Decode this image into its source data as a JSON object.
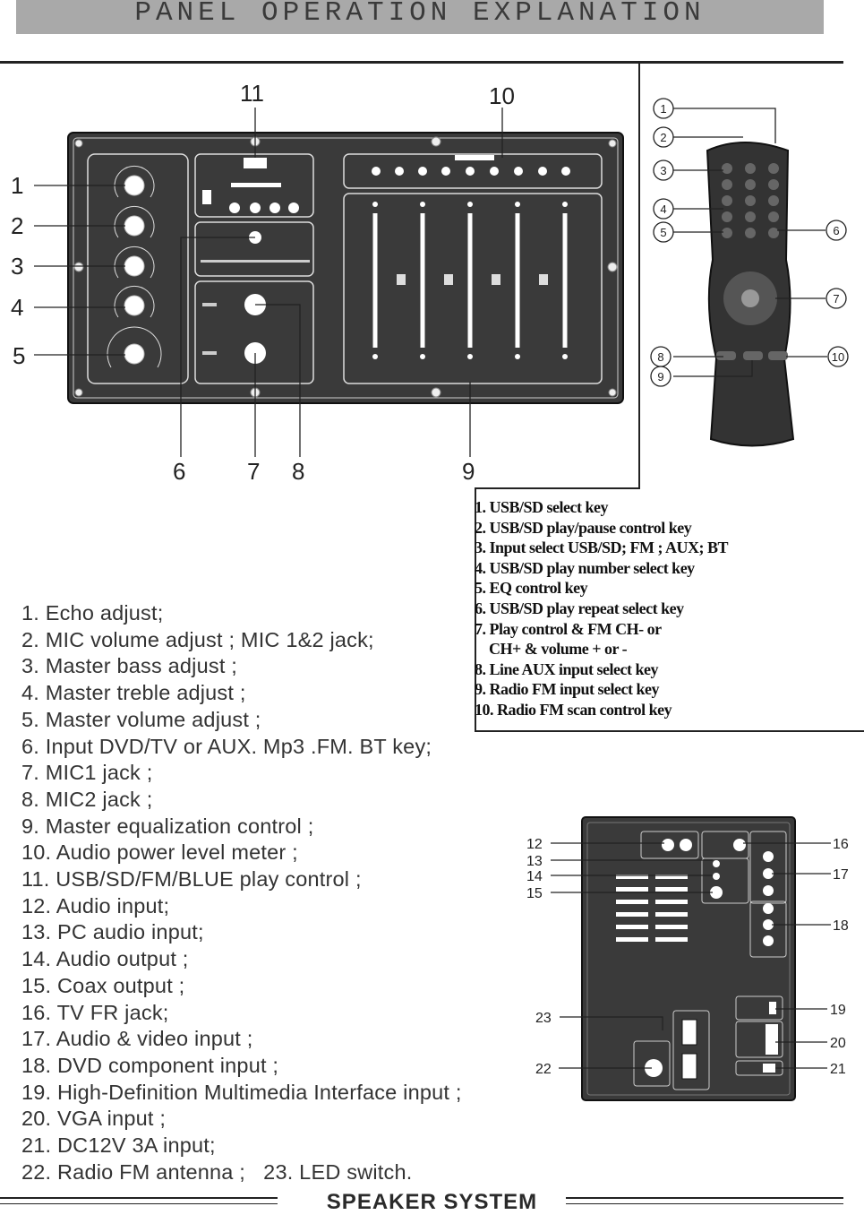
{
  "header": {
    "title": "PANEL OPERATION EXPLANATION"
  },
  "panel": {
    "callouts": [
      "1",
      "2",
      "3",
      "4",
      "5",
      "6",
      "7",
      "8",
      "9",
      "10",
      "11"
    ]
  },
  "remote": {
    "callouts": [
      "1",
      "2",
      "3",
      "4",
      "5",
      "6",
      "7",
      "8",
      "9",
      "10"
    ]
  },
  "rear_panel": {
    "callouts": [
      "12",
      "13",
      "14",
      "15",
      "16",
      "17",
      "18",
      "19",
      "20",
      "21",
      "22",
      "23"
    ]
  },
  "remote_legend": [
    "1. USB/SD select key",
    "2. USB/SD play/pause  control key",
    "3. Input select USB/SD; FM ; AUX; BT",
    "4. USB/SD play number select key",
    "5. EQ control key",
    "6. USB/SD play repeat  select key",
    "7. Play control & FM CH- or",
    "    CH+ & volume + or -",
    "8. Line AUX  input select key",
    "9. Radio FM input select key",
    "10. Radio FM scan control key"
  ],
  "descriptions": [
    "1.  Echo adjust;",
    "2.  MIC volume adjust ; MIC 1&2 jack;",
    "3.  Master bass adjust ;",
    "4.  Master treble adjust ;",
    "5.  Master volume adjust ;",
    "6.  Input DVD/TV or AUX. Mp3 .FM. BT key;",
    "7.  MIC1 jack ;",
    "8.  MIC2 jack ;",
    "9. Master equalization control ;",
    "10. Audio power level meter ;",
    "11. USB/SD/FM/BLUE play control ;",
    "12. Audio input;",
    "13. PC audio input;",
    "14. Audio output ;",
    "15. Coax output ;",
    "16. TV FR jack;",
    "17. Audio & video input ;",
    "18. DVD component input ;",
    "19. High-Definition Multimedia Interface input ;",
    "20. VGA input ;",
    "21. DC12V 3A input;",
    "22. Radio FM antenna ;   23. LED switch."
  ],
  "footer": {
    "title": "SPEAKER SYSTEM"
  }
}
